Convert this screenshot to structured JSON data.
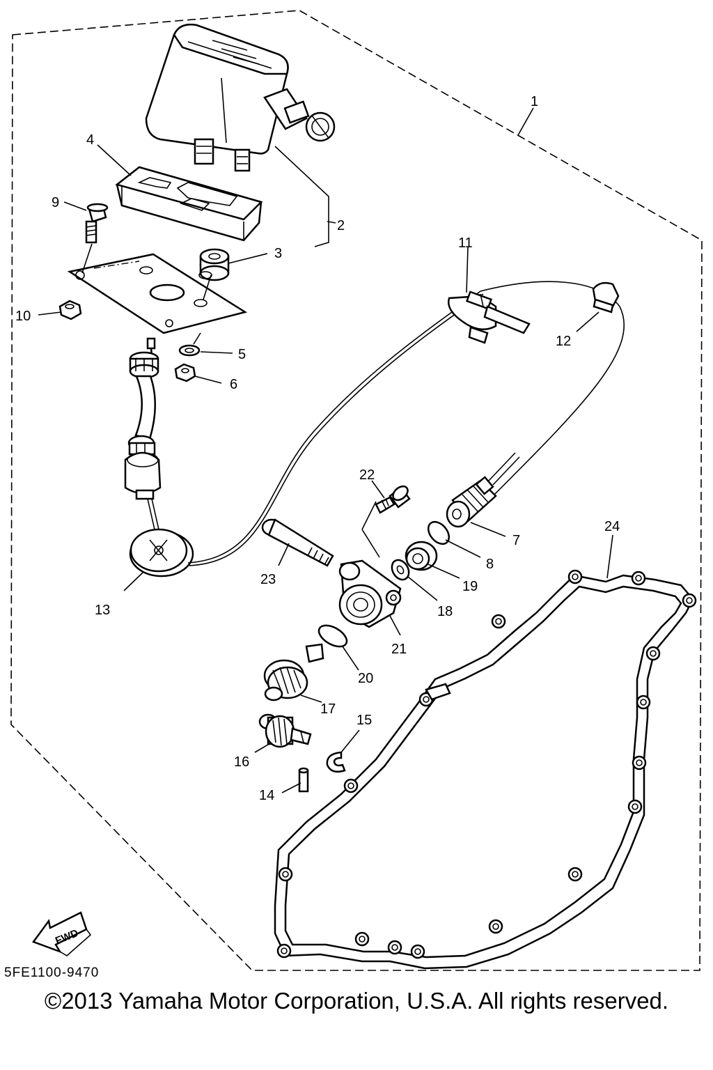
{
  "diagram": {
    "drawing_code": "5FE1100-9470",
    "copyright": "©2013 Yamaha Motor Corporation, U.S.A. All rights reserved.",
    "fwd_label": "FWD",
    "callouts": {
      "c1": "1",
      "c2": "2",
      "c3": "3",
      "c4": "4",
      "c5": "5",
      "c6": "6",
      "c7": "7",
      "c8": "8",
      "c9": "9",
      "c10": "10",
      "c11": "11",
      "c12": "12",
      "c13": "13",
      "c14": "14",
      "c15": "15",
      "c16": "16",
      "c17": "17",
      "c18": "18",
      "c19": "19",
      "c20": "20",
      "c21": "21",
      "c22": "22",
      "c23": "23",
      "c24": "24"
    }
  }
}
